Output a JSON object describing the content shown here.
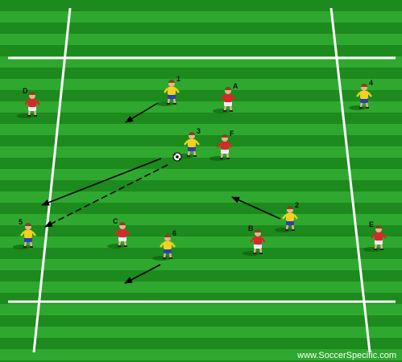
{
  "diagram": {
    "watermark": "www.SoccerSpecific.com",
    "colors": {
      "grass_dark": "#1c8a1c",
      "grass_light": "#2fa82f",
      "lines": "#ffffff",
      "team_yellow_shirt": "#f2d21b",
      "team_yellow_shorts": "#2b3fb0",
      "team_red_shirt": "#d42a2a",
      "team_red_shorts": "#f0f0f0",
      "arrow": "#000000"
    },
    "players": [
      {
        "id": "p1",
        "label": "1",
        "team": "yellow"
      },
      {
        "id": "p2",
        "label": "2",
        "team": "yellow"
      },
      {
        "id": "p3",
        "label": "3",
        "team": "yellow"
      },
      {
        "id": "p4",
        "label": "4",
        "team": "yellow"
      },
      {
        "id": "p5",
        "label": "5",
        "team": "yellow"
      },
      {
        "id": "p6",
        "label": "6",
        "team": "yellow"
      },
      {
        "id": "pA",
        "label": "A",
        "team": "red"
      },
      {
        "id": "pB",
        "label": "B",
        "team": "red"
      },
      {
        "id": "pC",
        "label": "C",
        "team": "red"
      },
      {
        "id": "pD",
        "label": "D",
        "team": "red"
      },
      {
        "id": "pE",
        "label": "E",
        "team": "red"
      },
      {
        "id": "pF",
        "label": "F",
        "team": "red"
      }
    ]
  }
}
